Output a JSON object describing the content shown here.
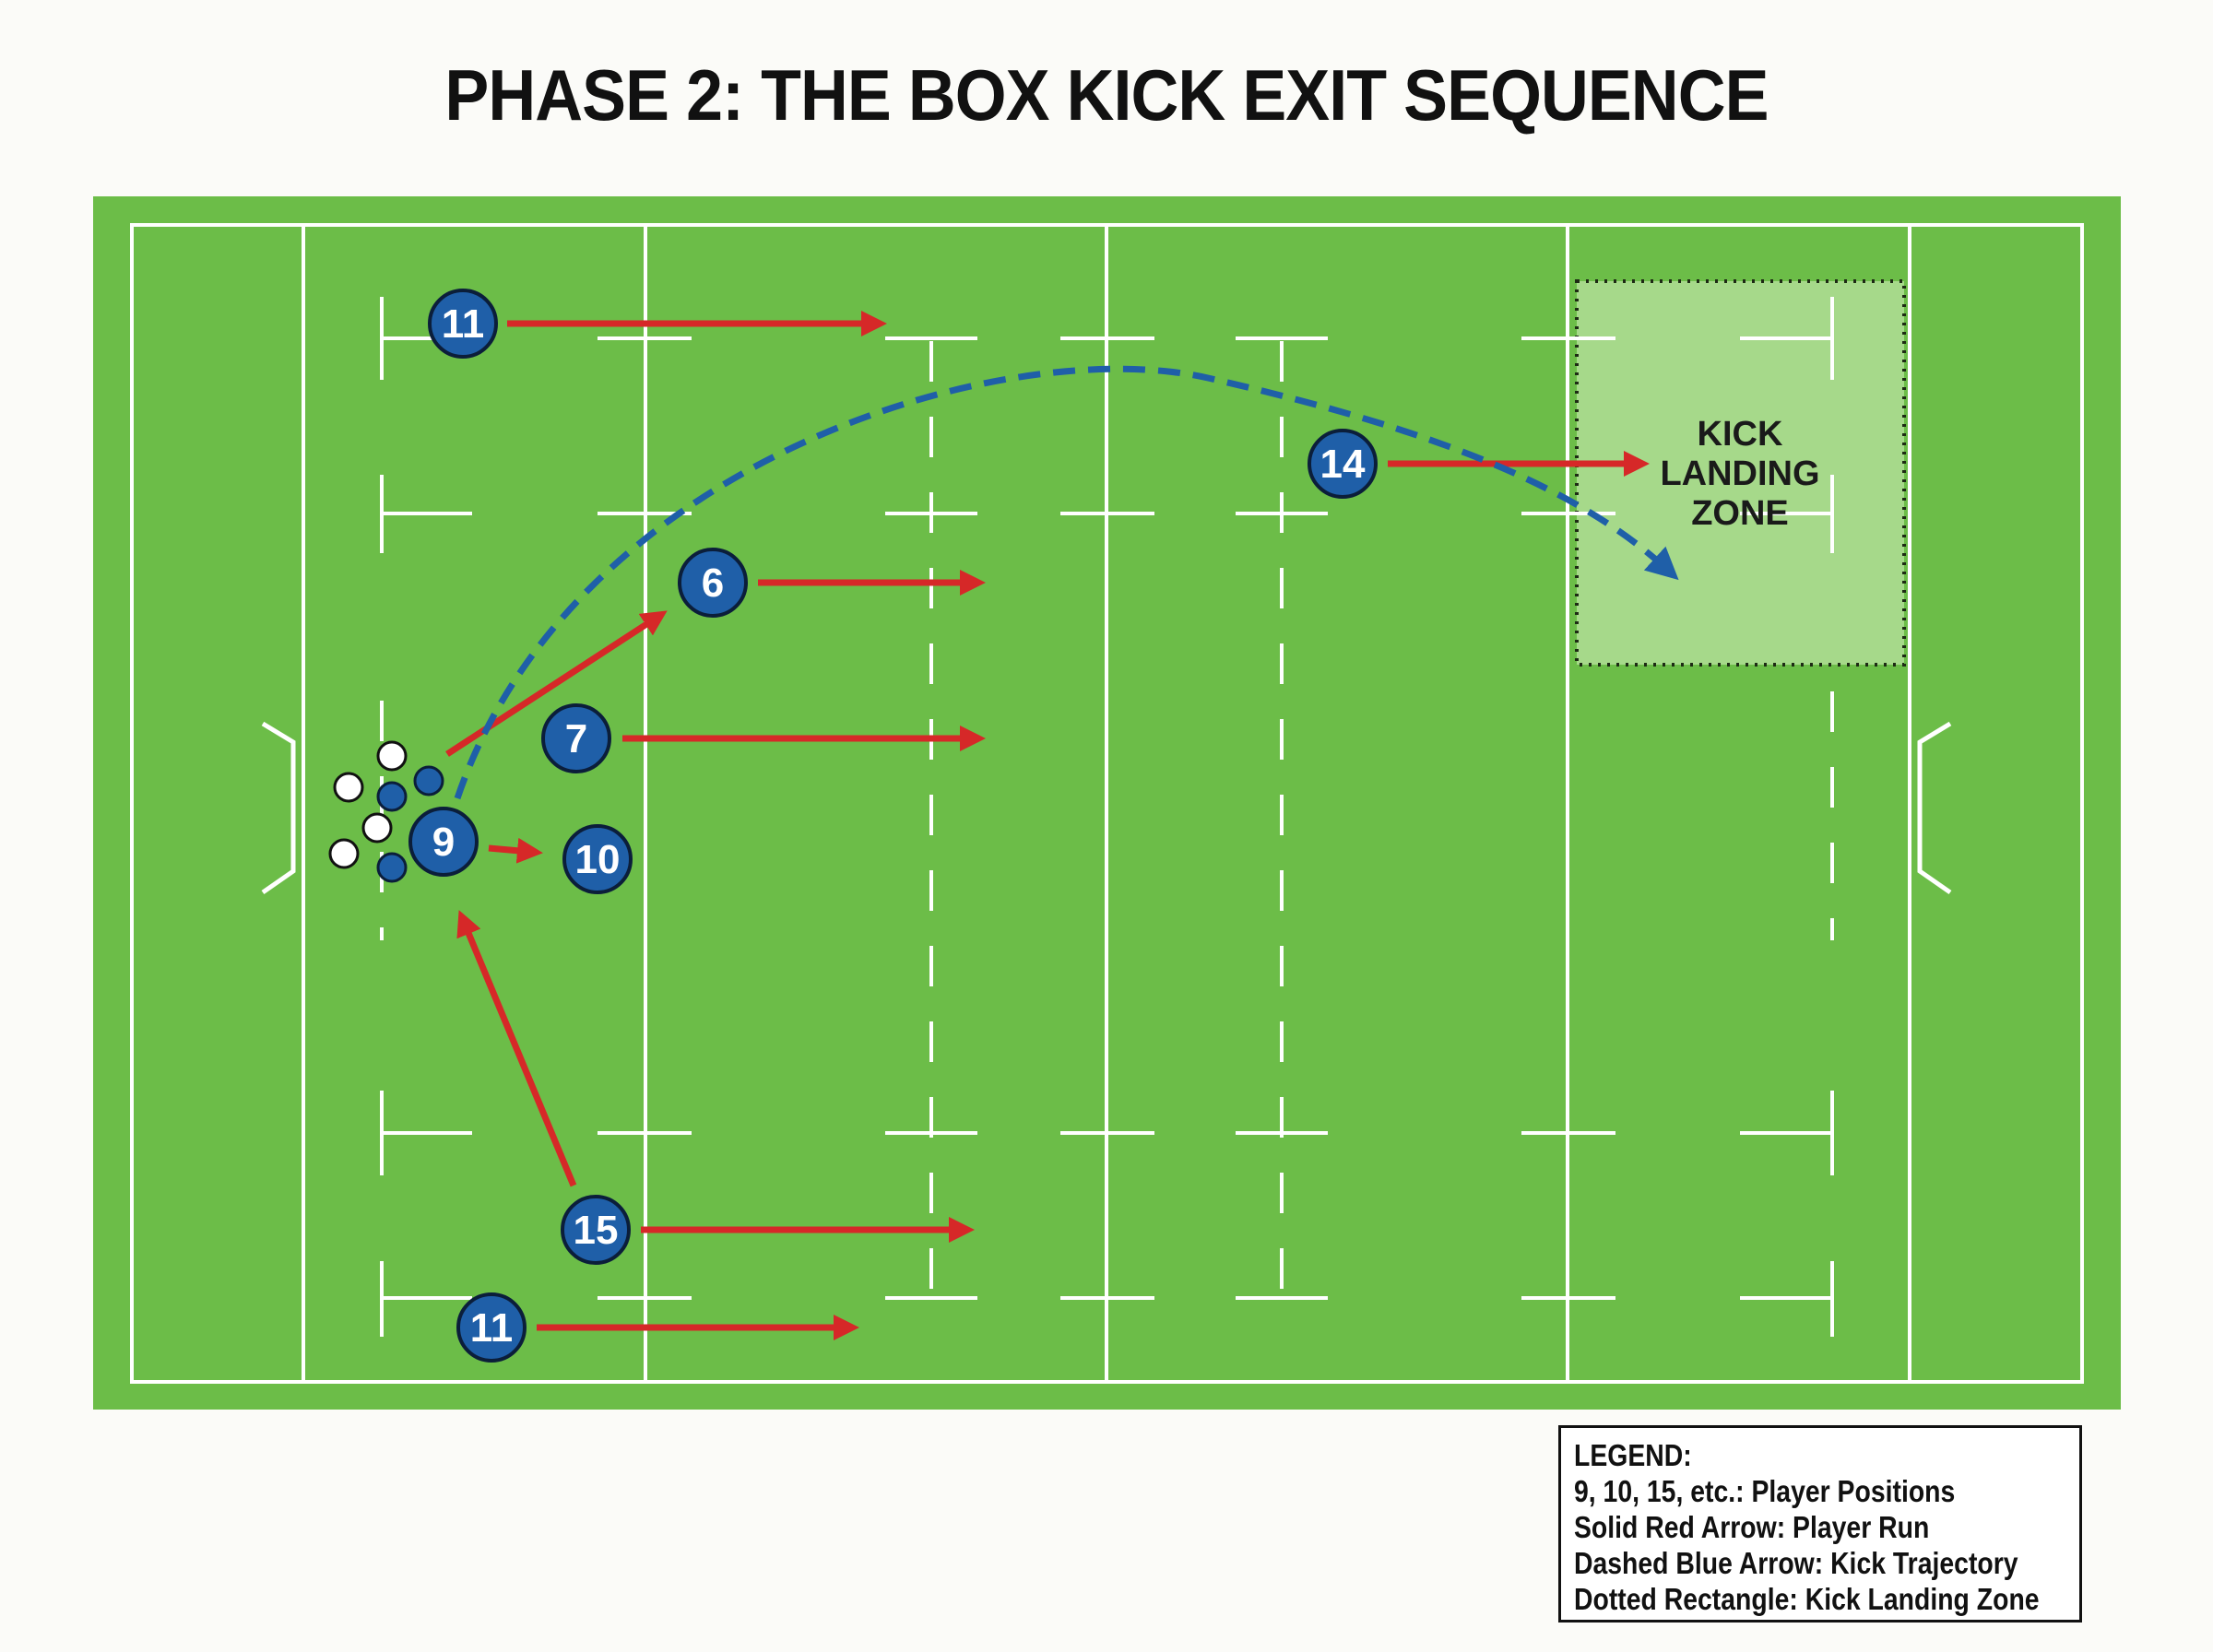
{
  "title": "PHASE 2: THE BOX KICK EXIT SEQUENCE",
  "colors": {
    "field": "#6cbd48",
    "field_border": "#62b03f",
    "lines": "#ffffff",
    "player_fill": "#1f5fa8",
    "player_stroke": "#0b1e3a",
    "run_arrow": "#d62828",
    "kick_arrow": "#1f5fa8",
    "zone_fill": "#a6d98a"
  },
  "zone": {
    "label_lines": [
      "KICK",
      "LANDING",
      "ZONE"
    ]
  },
  "players": [
    {
      "number": "11",
      "role": "left-wing-top"
    },
    {
      "number": "14",
      "role": "right-wing"
    },
    {
      "number": "6",
      "role": "flanker"
    },
    {
      "number": "7",
      "role": "openside"
    },
    {
      "number": "9",
      "role": "scrum-half"
    },
    {
      "number": "10",
      "role": "fly-half"
    },
    {
      "number": "15",
      "role": "fullback"
    },
    {
      "number": "11",
      "role": "left-wing-bottom"
    }
  ],
  "legend": {
    "heading": "LEGEND:",
    "items": [
      "9, 10, 15, etc.: Player Positions",
      "Solid Red Arrow: Player Run",
      "Dashed Blue Arrow: Kick Trajectory",
      "Dotted Rectangle: Kick Landing Zone"
    ]
  }
}
